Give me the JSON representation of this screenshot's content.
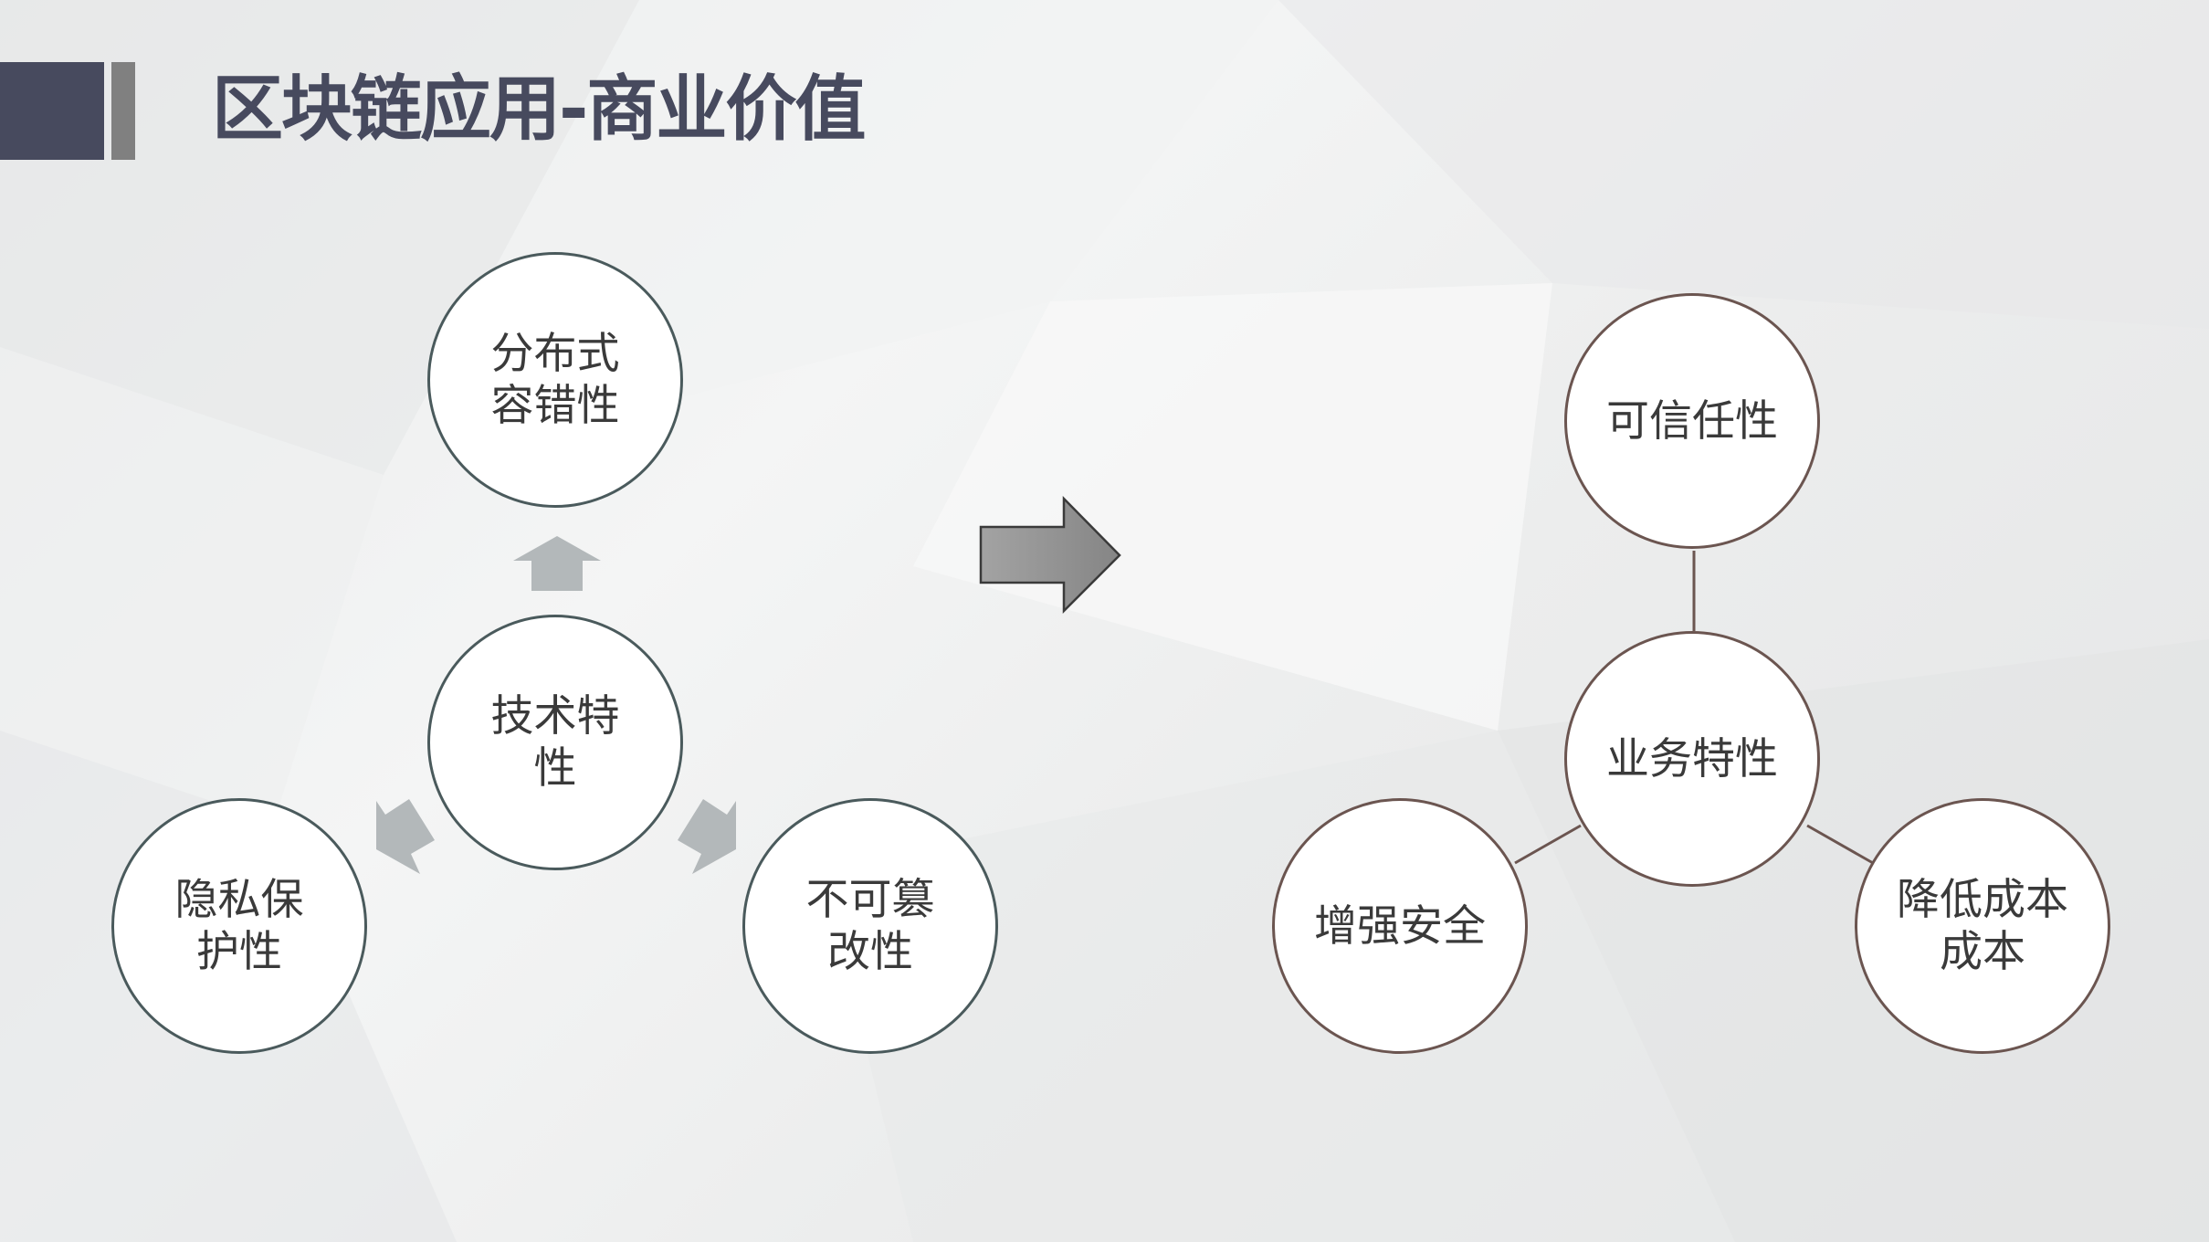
{
  "slide": {
    "title": "区块链应用-商业价值",
    "colors": {
      "title": "#474a5e",
      "header_block": "#474a5e",
      "header_bar": "#808080",
      "tech_circle_border": "#4a5a5c",
      "biz_circle_border": "#6b5550",
      "small_arrows": "#b3b8ba",
      "big_arrow": "#8f8f8f"
    }
  },
  "tech": {
    "center": "技术特性",
    "top": "分布式容错性",
    "left": "隐私保护性",
    "right": "不可篡改性"
  },
  "biz": {
    "center": "业务特性",
    "top": "可信任性",
    "left": "增强安全",
    "right": "降低成本成本"
  },
  "icons": {
    "small_arrows": [
      "arrow-up-icon",
      "arrow-down-left-icon",
      "arrow-down-right-icon"
    ],
    "big_arrow": "arrow-right-icon"
  }
}
